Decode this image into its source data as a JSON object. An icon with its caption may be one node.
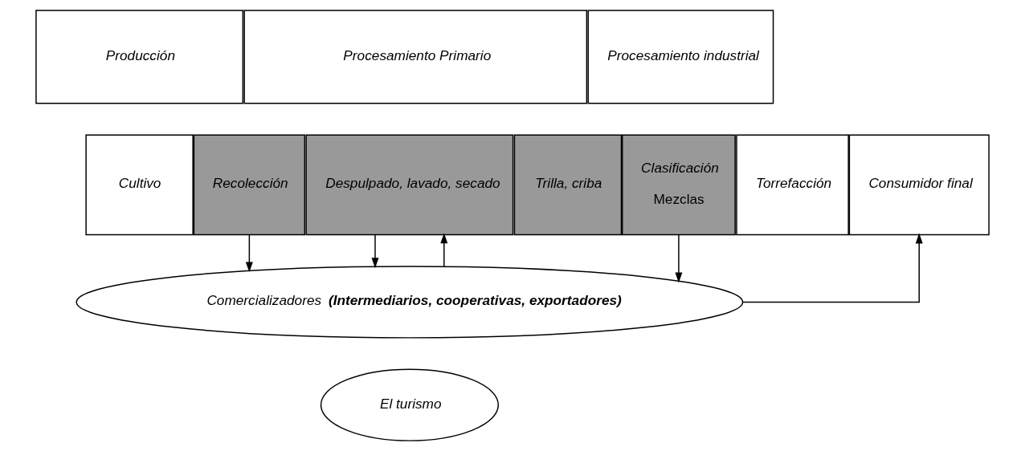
{
  "diagram": {
    "nodes": [
      {
        "text": [
          "Producción"
        ]
      },
      {
        "text": [
          "Procesamiento Primario"
        ]
      },
      {
        "text": [
          "Procesamiento industrial"
        ]
      },
      {
        "text": [
          "Cultivo"
        ]
      },
      {
        "text": [
          "Recolección"
        ]
      },
      {
        "text": [
          "Despulpado, lavado, secado"
        ]
      },
      {
        "text": [
          "Trilla, criba"
        ]
      },
      {
        "text": [
          "Clasificación",
          "Mezclas"
        ]
      },
      {
        "text": [
          "Torrefacción"
        ]
      },
      {
        "text": [
          "Consumidor final"
        ]
      },
      {
        "text": [
          "Comercializadores **(Intermediarios, cooperativas, exportadores)**"
        ]
      },
      {
        "text": [
          "El turismo"
        ]
      }
    ],
    "edges": [
      {
        "from": 4,
        "to": 10,
        "arrow": "to"
      },
      {
        "from": 10,
        "to": 5,
        "arrow": "to"
      },
      {
        "from": 5,
        "to": 10,
        "arrow": "to"
      },
      {
        "from": 7,
        "to": 10,
        "arrow": "to"
      },
      {
        "from": 10,
        "to": 9,
        "arrow": "to"
      }
    ]
  }
}
